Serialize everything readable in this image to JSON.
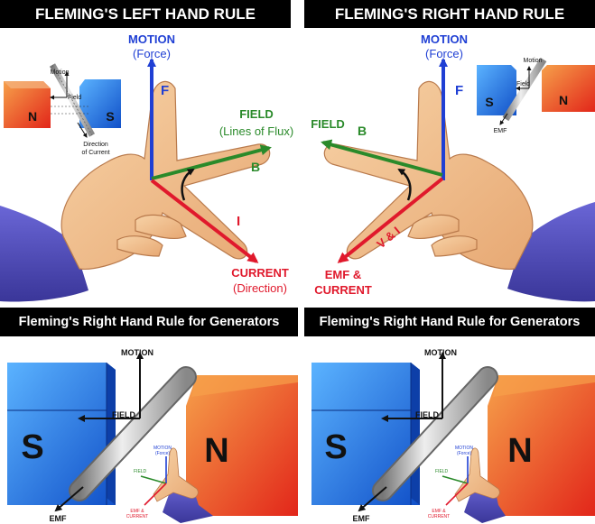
{
  "panels": {
    "top_left_title": "FLEMING'S LEFT HAND RULE",
    "top_right_title": "FLEMING'S RIGHT HAND RULE",
    "bottom_left_title": "Fleming's Right Hand Rule for Generators",
    "bottom_right_title": "Fleming's Right Hand Rule for Generators"
  },
  "left_rule": {
    "motion": "MOTION",
    "motion_sub": "(Force)",
    "force_symbol": "F",
    "field": "FIELD",
    "field_sub": "(Lines of Flux)",
    "field_symbol": "B",
    "current": "CURRENT",
    "current_sub": "(Direction)",
    "current_symbol": "I",
    "inset": {
      "north": "N",
      "south": "S",
      "motion": "Motion",
      "field": "Field",
      "direction": "Direction",
      "of_current": "of Current"
    }
  },
  "right_rule": {
    "motion": "MOTION",
    "motion_sub": "(Force)",
    "force_symbol": "F",
    "field": "FIELD",
    "field_symbol": "B",
    "emf_current_1": "EMF &",
    "emf_current_2": "CURRENT",
    "vi_symbol": "V & I",
    "inset": {
      "south": "S",
      "north": "N",
      "motion": "Motion",
      "field": "Field",
      "emf": "EMF"
    }
  },
  "generator": {
    "south": "S",
    "north": "N",
    "motion": "MOTION",
    "field": "FIELD",
    "emf": "EMF",
    "mini_motion": "MOTION",
    "mini_force": "(Force)",
    "mini_field": "FIELD",
    "mini_emf": "EMF &",
    "mini_current": "CURRENT"
  },
  "colors": {
    "motion": "#1f3fd4",
    "field": "#2a8a2a",
    "current": "#e0192c",
    "magnet_north": "#e8401c",
    "magnet_south": "#1e6fe0",
    "skin": "#f2c191",
    "sleeve": "#4b48b8"
  }
}
